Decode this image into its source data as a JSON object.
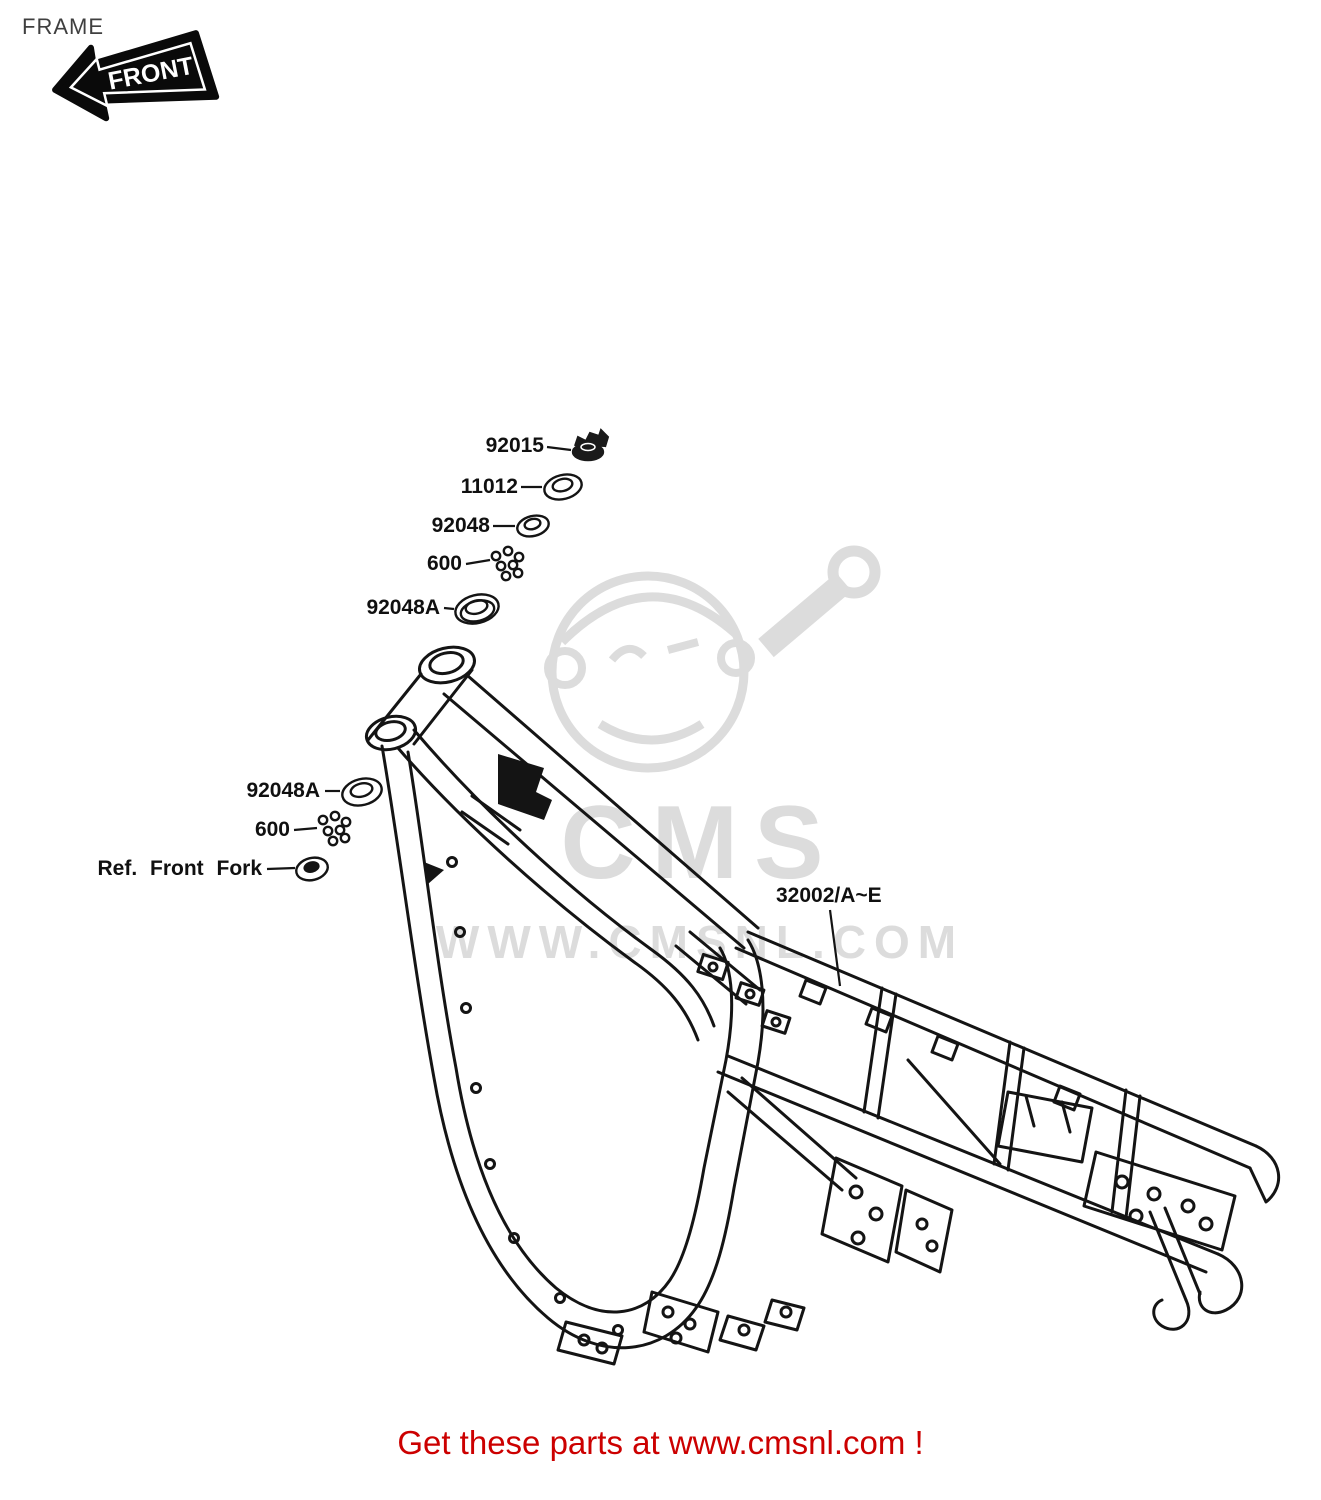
{
  "page": {
    "title": "FRAME",
    "footer_cta": "Get these parts at www.cmsnl.com !"
  },
  "front_badge": {
    "label": "FRONT"
  },
  "watermark": {
    "logo_text": "CMS",
    "site_text": "WWW.CMSNL.COM"
  },
  "part_labels": [
    "92015",
    "11012",
    "92048",
    "600",
    "92048A",
    "92048A",
    "600",
    "Ref. Front Fork",
    "32002/A~E"
  ],
  "colors": {
    "ink": "#141414",
    "watermark_gray": "#dcdcdc",
    "footer_red": "#cc0000"
  }
}
